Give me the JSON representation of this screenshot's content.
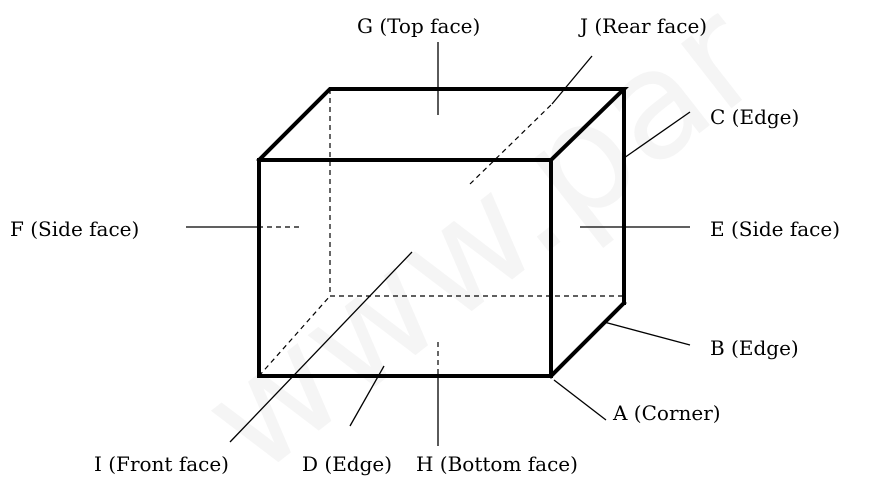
{
  "watermark": "www.par",
  "labels": {
    "G": "G (Top face)",
    "J": "J (Rear face)",
    "C": "C (Edge)",
    "F": "F (Side face)",
    "E": "E (Side face)",
    "B": "B (Edge)",
    "A": "A (Corner)",
    "I": "I (Front face)",
    "D": "D (Edge)",
    "H": "H (Bottom face)"
  },
  "colors": {
    "line": "#000000",
    "background": "#ffffff"
  }
}
